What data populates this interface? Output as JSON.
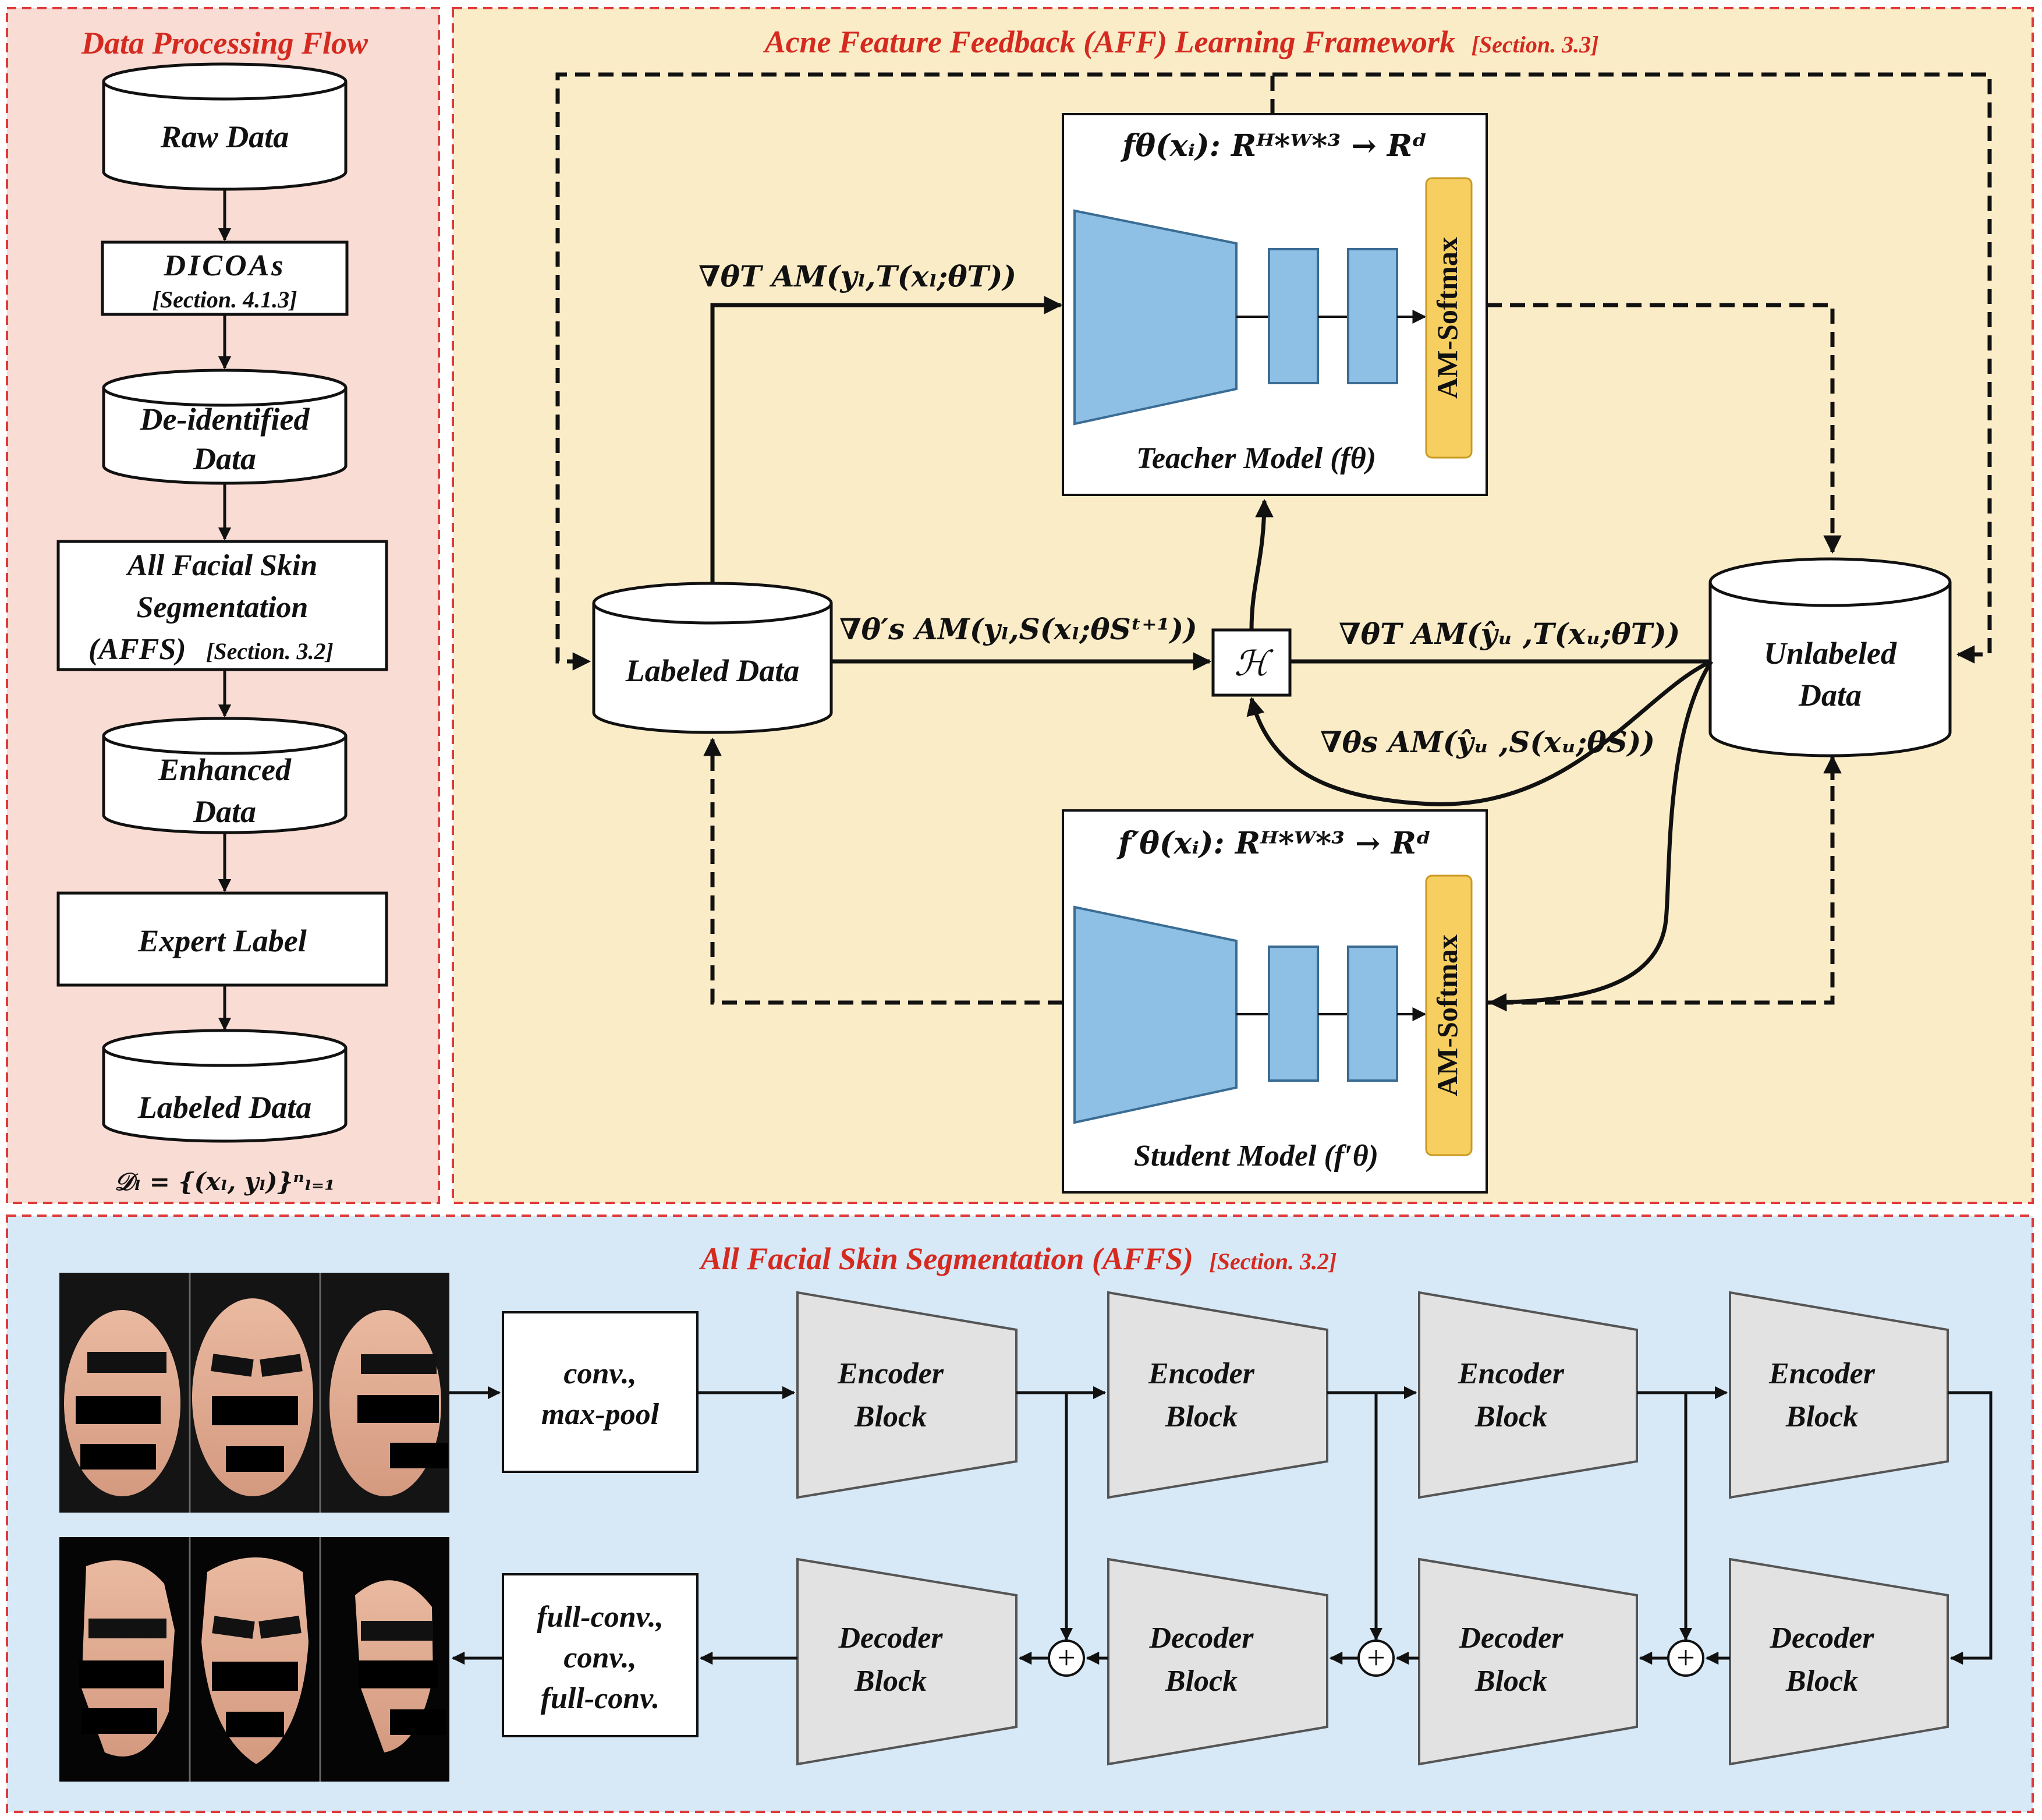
{
  "colors": {
    "panel_data_flow_bg": "#f9dcd3",
    "panel_aff_bg": "#fbecc8",
    "panel_affs_bg": "#d7e8f6",
    "panel_border": "#e03a3a",
    "title_text": "#d42a20",
    "model_block_blue": "#8ebfe4",
    "am_softmax_yellow": "#f6cf60",
    "encoder_decoder_gray": "#e2e2e2"
  },
  "data_flow": {
    "title": "Data Processing Flow",
    "raw_data": "Raw Data",
    "dicoas": "DICOAs",
    "dicoas_ref": "[Section. 4.1.3]",
    "deidentified_1": "De-identified",
    "deidentified_2": "Data",
    "affs_1": "All Facial Skin",
    "affs_2": "Segmentation",
    "affs_3": "(AFFS)",
    "affs_ref": "[Section. 3.2]",
    "enhanced_1": "Enhanced",
    "enhanced_2": "Data",
    "expert_label": "Expert Label",
    "labeled_data": "Labeled Data",
    "dataset_formula": "𝒟ₗ = {(xₗ, yₗ)}ⁿₗ₌₁"
  },
  "aff": {
    "title": "Acne Feature Feedback (AFF) Learning Framework",
    "title_ref": "[Section. 3.3]",
    "teacher_function": "fθ(xᵢ): Rᴴ*ᵂ*³ → Rᵈ",
    "teacher_label": "Teacher Model (fθ)",
    "student_function": "f′θ(xᵢ): Rᴴ*ᵂ*³ → Rᵈ",
    "student_label": "Student Model (f′θ)",
    "am_softmax": "AM-Softmax",
    "labeled_data": "Labeled Data",
    "unlabeled_1": "Unlabeled",
    "unlabeled_2": "Data",
    "h_symbol": "ℋ",
    "grad_teacher_labeled": "∇θT AM(yₗ,T(xₗ;θT))",
    "grad_student_labeled": "∇θ′s AM(yₗ,S(xₗ;θSᵗ⁺¹))",
    "grad_teacher_unlabeled": "∇θT AM(ŷᵤ ,T(xᵤ;θT))",
    "grad_student_unlabeled": "∇θs AM(ŷᵤ ,S(xᵤ;θS))"
  },
  "affs": {
    "title": "All Facial Skin Segmentation (AFFS)",
    "title_ref": "[Section. 3.2]",
    "conv_1": "conv.,",
    "conv_2": "max-pool",
    "full_1": "full-conv.,",
    "full_2": "conv.,",
    "full_3": "full-conv.",
    "encoder_1": "Encoder",
    "encoder_2": "Block",
    "decoder_1": "Decoder",
    "decoder_2": "Block",
    "plus_symbol": "+"
  }
}
